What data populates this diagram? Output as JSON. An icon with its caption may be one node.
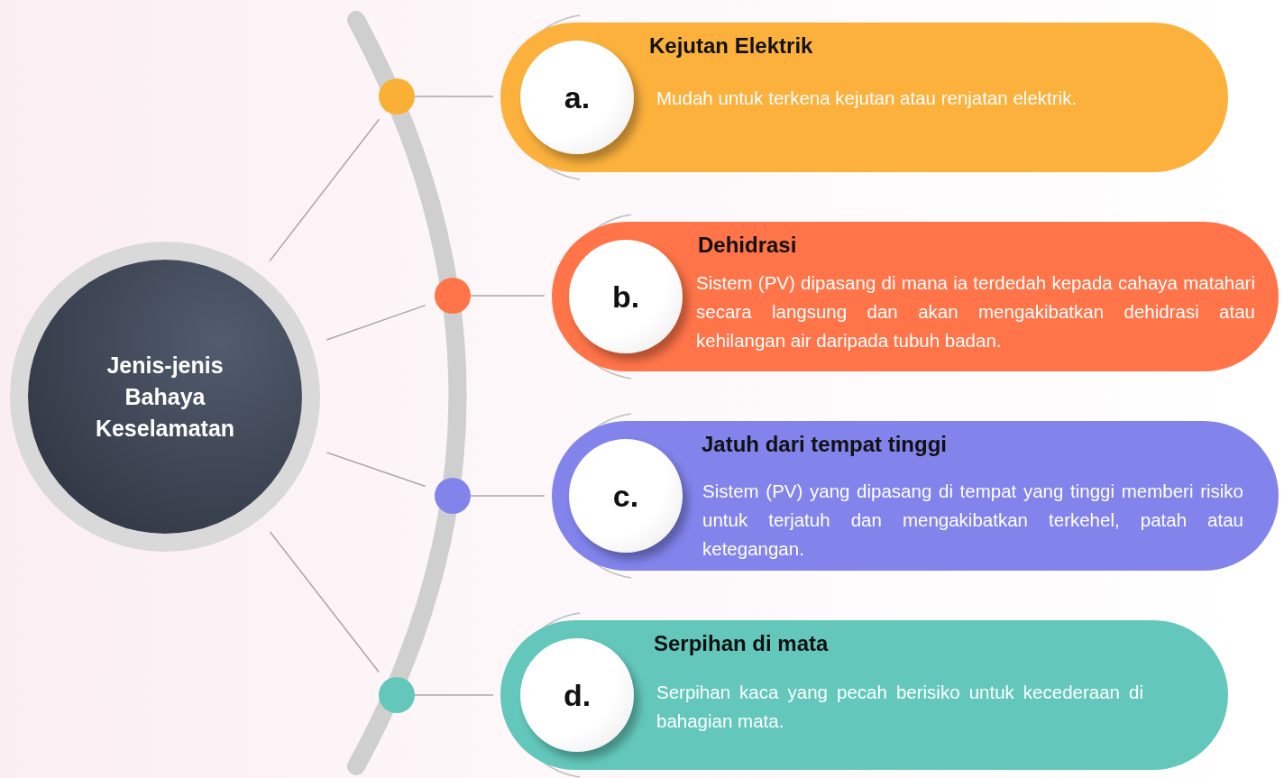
{
  "diagram": {
    "nodes": [
      {
        "text": [
          "Jenis-jenis Bahaya Keselamatan"
        ]
      },
      {
        "text": [],
        "shape": "circle"
      },
      {
        "text": [],
        "shape": "circle"
      },
      {
        "text": [],
        "shape": "circle"
      },
      {
        "text": [],
        "shape": "circle"
      },
      {
        "text": [
          "Kejutan Elektrik",
          "Mudah untuk terkena kejutan atau renjatan elektrik."
        ]
      },
      {
        "text": [
          "a."
        ],
        "in": 5
      },
      {
        "text": [
          "Dehidrasi",
          "Sistem (PV) dipasang di mana ia terdedah kepada cahaya matahari secara langsung dan akan mengakibatkan dehidrasi atau kehilangan air daripada tubuh badan."
        ]
      },
      {
        "text": [
          "b."
        ],
        "in": 7
      },
      {
        "text": [
          "Jatuh dari tempat tinggi",
          "Sistem (PV) yang dipasang di tempat yang tinggi memberi risiko untuk terjatuh dan mengakibatkan terkehel, patah atau ketegangan."
        ]
      },
      {
        "text": [
          "c."
        ],
        "in": 9
      },
      {
        "text": [
          "Serpihan di mata",
          "Serpihan kaca yang pecah berisiko  untuk kecederaan di bahagian mata."
        ]
      },
      {
        "text": [
          "d."
        ],
        "in": 11
      }
    ],
    "edges": [
      {
        "from": 0,
        "to": 1,
        "arrow": "none"
      },
      {
        "from": 0,
        "to": 2,
        "arrow": "none"
      },
      {
        "from": 0,
        "to": 3,
        "arrow": "none"
      },
      {
        "from": 0,
        "to": 4,
        "arrow": "none"
      },
      {
        "from": 1,
        "to": 5,
        "arrow": "none"
      },
      {
        "from": 2,
        "to": 7,
        "arrow": "none"
      },
      {
        "from": 3,
        "to": 9,
        "arrow": "none"
      },
      {
        "from": 4,
        "to": 11,
        "arrow": "none"
      }
    ]
  }
}
